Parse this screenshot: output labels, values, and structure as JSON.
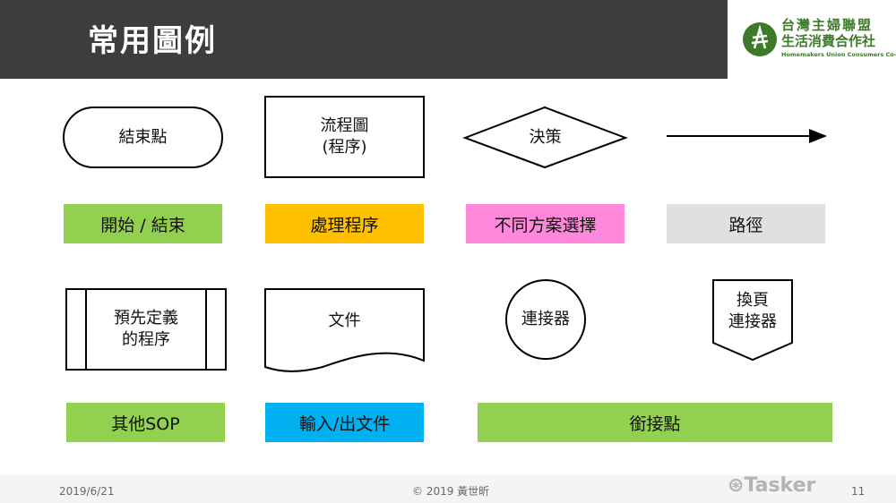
{
  "title": "常用圖例",
  "logo": {
    "line1": "台灣主婦聯盟",
    "line2": "生活消費合作社",
    "line3": "Homemakers Union Consumers Co-op"
  },
  "shapes": {
    "terminator": "結束點",
    "process": [
      "流程圖",
      "(程序)"
    ],
    "decision": "決策",
    "predefined": [
      "預先定義",
      "的程序"
    ],
    "document": "文件",
    "connector": "連接器",
    "offpage": [
      "換頁",
      "連接器"
    ]
  },
  "labels": [
    {
      "text": "開始 / 結束",
      "color": "#92d050"
    },
    {
      "text": "處理程序",
      "color": "#ffc000"
    },
    {
      "text": "不同方案選擇",
      "color": "#ff88dd"
    },
    {
      "text": "路徑",
      "color": "#e0e0e0"
    },
    {
      "text": "其他SOP",
      "color": "#92d050"
    },
    {
      "text": "輸入/出文件",
      "color": "#00b0f0"
    },
    {
      "text": "銜接點",
      "color": "#92d050"
    }
  ],
  "footer": {
    "date": "2019/6/21",
    "copyright": "© 2019 黃世昕",
    "page": "11",
    "watermark": "Tasker"
  }
}
